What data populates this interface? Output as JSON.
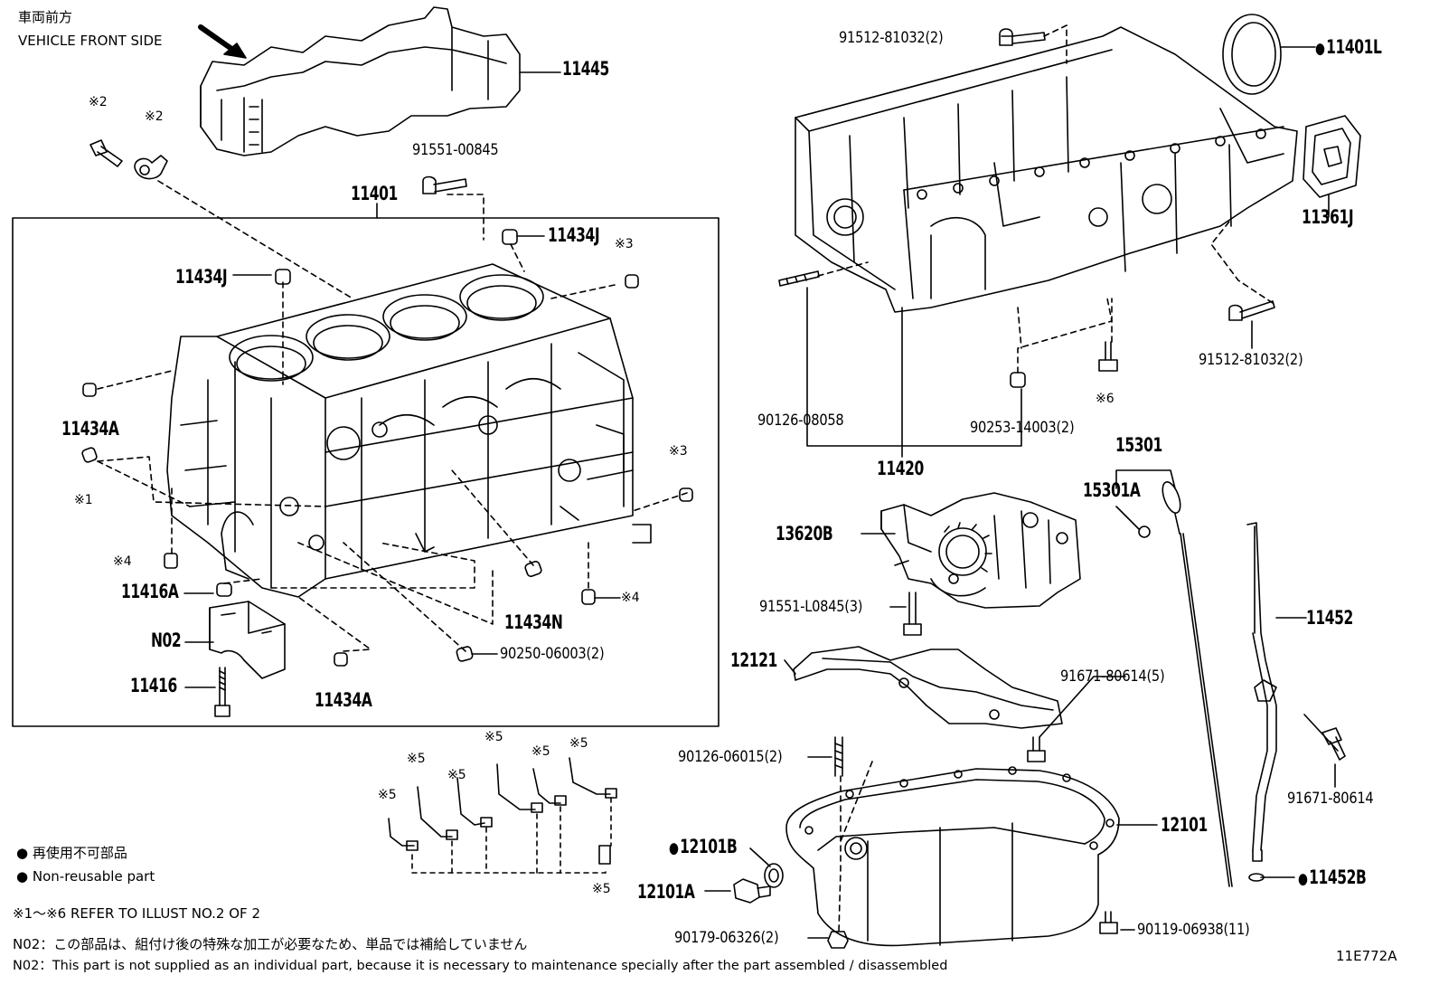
{
  "header": {
    "front_jp": "車両前方",
    "front_en": "VEHICLE FRONT SIDE"
  },
  "parts": {
    "p11445": "11445",
    "p91551_00845": "91551-00845",
    "p11401": "11401",
    "p11434J_a": "11434J",
    "p11434J_b": "11434J",
    "p11434A_a": "11434A",
    "p11434A_b": "11434A",
    "p11434N": "11434N",
    "p11416A": "11416A",
    "pN02": "N02",
    "p11416": "11416",
    "p90250": "90250-06003(2)",
    "p91512_a": "91512-81032(2)",
    "p91512_b": "91512-81032(2)",
    "p11401L": "11401L",
    "p11361J": "11361J",
    "p90126_08058": "90126-08058",
    "p11420": "11420",
    "p90253": "90253-14003(2)",
    "p15301": "15301",
    "p15301A": "15301A",
    "p13620B": "13620B",
    "p91551_L0845": "91551-L0845(3)",
    "p12121": "12121",
    "p91671_5": "91671-80614(5)",
    "p11452": "11452",
    "p90126_06015": "90126-06015(2)",
    "p91671": "91671-80614",
    "p12101": "12101",
    "p12101B": "12101B",
    "p12101A": "12101A",
    "p11452B": "11452B",
    "p90179": "90179-06326(2)",
    "p90119": "90119-06938(11)"
  },
  "marks": {
    "m2a": "※2",
    "m2b": "※2",
    "m3a": "※3",
    "m3b": "※3",
    "m1": "※1",
    "m4a": "※4",
    "m4b": "※4",
    "m6": "※6",
    "m5a": "※5",
    "m5b": "※5",
    "m5c": "※5",
    "m5d": "※5",
    "m5e": "※5",
    "m5f": "※5",
    "m5g": "※5"
  },
  "legend": {
    "non_reusable_jp": "再使用不可部品",
    "non_reusable_en": "Non-reusable part"
  },
  "notes": {
    "refer": "※1～※6 REFER TO ILLUST NO.2 OF 2",
    "n02_jp": "N02：この部品は、組付け後の特殊な加工が必要なため、単品では補給していません",
    "n02_en": "N02：This part is not supplied as an individual part, because it is necessary to maintenance specially after the part assembled / disassembled"
  },
  "illust_code": "11E772A"
}
